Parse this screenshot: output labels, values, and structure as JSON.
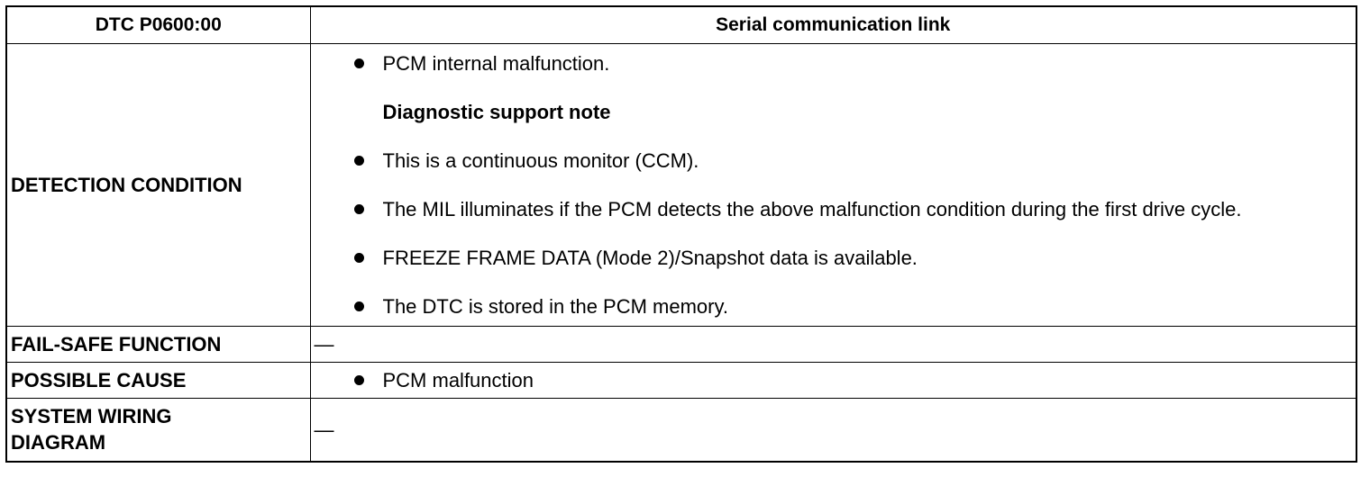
{
  "header": {
    "dtc_code": "DTC P0600:00",
    "dtc_name": "Serial communication link"
  },
  "detection": {
    "label": "DETECTION CONDITION",
    "item_1": "PCM internal malfunction.",
    "note_heading": "Diagnostic support note",
    "note_items": [
      "This is a continuous monitor (CCM).",
      "The MIL illuminates if the PCM detects the above malfunction condition during the first drive cycle.",
      "FREEZE FRAME DATA (Mode 2)/Snapshot data is available.",
      "The DTC is stored in the PCM memory."
    ]
  },
  "failsafe": {
    "label": "FAIL-SAFE FUNCTION",
    "value": "—"
  },
  "possible_cause": {
    "label": "POSSIBLE CAUSE",
    "items": [
      "PCM malfunction"
    ]
  },
  "wiring": {
    "label_line_1": "SYSTEM WIRING",
    "label_line_2": "DIAGRAM",
    "value": "—"
  }
}
